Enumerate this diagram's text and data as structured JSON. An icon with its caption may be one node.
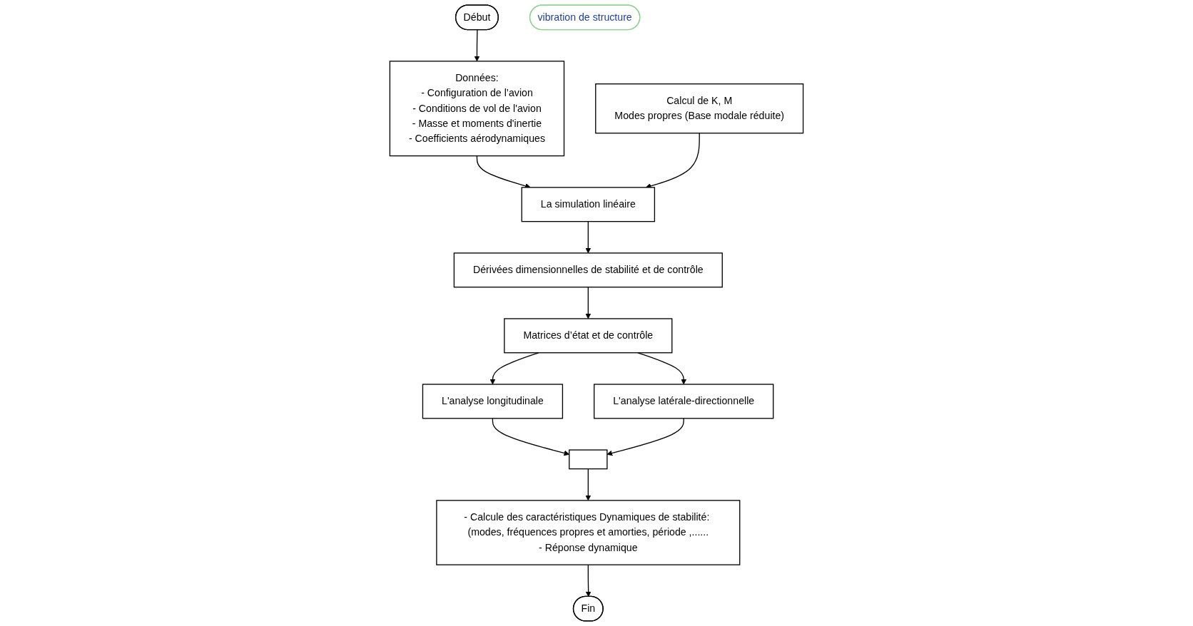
{
  "diagram": {
    "nodes": [
      {
        "text": [
          "Début"
        ]
      },
      {
        "text": [
          "Données:",
          "- Configuration de l’avion",
          "- Conditions de vol de l'avion",
          "- Masse et moments d'inertie",
          "- Coefficients aérodynamiques"
        ]
      },
      {
        "text": [
          "vibration de structure"
        ]
      },
      {
        "text": [
          "Calcul de K, M",
          "Modes propres (Base modale réduite)"
        ]
      },
      {
        "text": [
          "La simulation linéaire"
        ]
      },
      {
        "text": [
          "Dérivées dimensionnelles de stabilité et de contrôle"
        ]
      },
      {
        "text": [
          "Matrices d’état et de contrôle"
        ]
      },
      {
        "text": [
          "L'analyse longitudinale"
        ]
      },
      {
        "text": [
          "L'analyse latérale-directionnelle"
        ]
      },
      {
        "text": [],
        "shape": "box"
      },
      {
        "text": [
          "- Calcule des caractéristiques Dynamiques de stabilité: (modes, fréquences propres et amorties, période ,......",
          "- Réponse dynamique"
        ]
      },
      {
        "text": [
          "Fin"
        ]
      }
    ],
    "edges": [
      {
        "from": 0,
        "to": 1,
        "arrow": "to"
      },
      {
        "from": 1,
        "to": 4,
        "arrow": "to"
      },
      {
        "from": 3,
        "to": 4,
        "arrow": "to"
      },
      {
        "from": 4,
        "to": 5,
        "arrow": "to"
      },
      {
        "from": 5,
        "to": 6,
        "arrow": "to"
      },
      {
        "from": 6,
        "to": 7,
        "arrow": "to"
      },
      {
        "from": 6,
        "to": 8,
        "arrow": "to"
      },
      {
        "from": 7,
        "to": 9,
        "arrow": "to"
      },
      {
        "from": 8,
        "to": 9,
        "arrow": "to"
      },
      {
        "from": 9,
        "to": 10,
        "arrow": "to"
      },
      {
        "from": 10,
        "to": 11,
        "arrow": "to"
      }
    ]
  }
}
